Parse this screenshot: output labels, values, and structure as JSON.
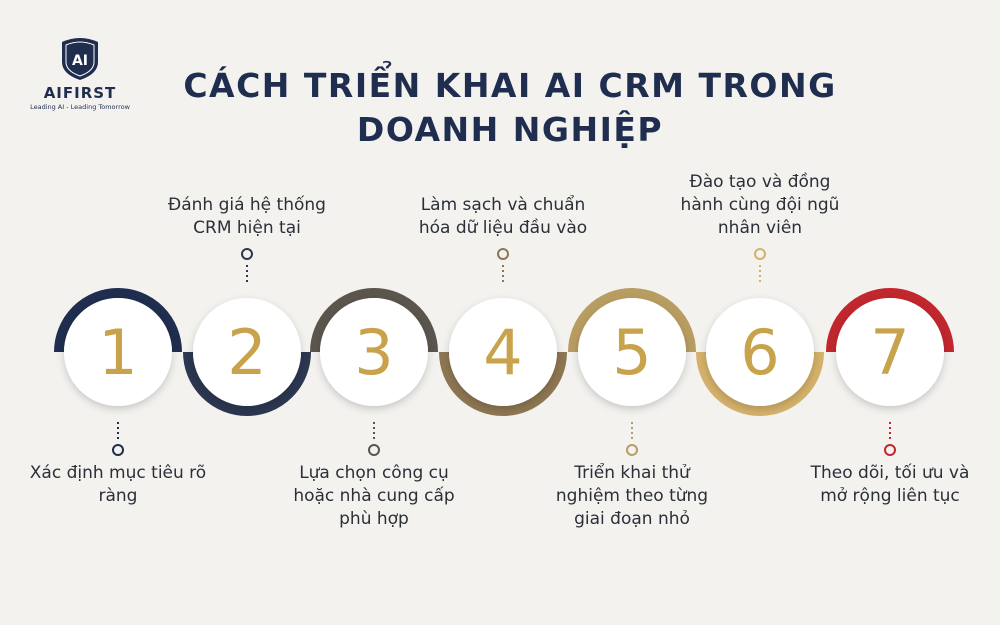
{
  "brand": {
    "name": "AIFIRST",
    "tagline": "Leading AI - Leading Tomorrow",
    "emblem_text": "AI",
    "color": "#1f2d4f"
  },
  "title_lines": [
    "CÁCH TRIỂN KHAI AI CRM TRONG",
    "DOANH NGHIỆP"
  ],
  "steps": [
    {
      "number": "1",
      "text": "Xác định mục tiêu rõ ràng",
      "color": "#1f2d4f",
      "arc": "top",
      "label": "below"
    },
    {
      "number": "2",
      "text": "Đánh giá hệ thống CRM hiện tại",
      "color": "#2c3750",
      "arc": "bottom",
      "label": "above"
    },
    {
      "number": "3",
      "text": "Lựa chọn công cụ hoặc nhà cung cấp phù hợp",
      "color": "#5b564d",
      "arc": "top",
      "label": "below"
    },
    {
      "number": "4",
      "text": "Làm sạch và chuẩn hóa dữ liệu đầu vào",
      "color": "#8d7652",
      "arc": "bottom",
      "label": "above"
    },
    {
      "number": "5",
      "text": "Triển khai thử nghiệm theo từng giai đoạn nhỏ",
      "color": "#b89d62",
      "arc": "top",
      "label": "below"
    },
    {
      "number": "6",
      "text": "Đào tạo và đồng hành cùng đội ngũ nhân viên",
      "color": "#d4b16a",
      "arc": "bottom",
      "label": "above"
    },
    {
      "number": "7",
      "text": "Theo dõi, tối ưu và mở rộng liên tục",
      "color": "#c1272d",
      "arc": "top",
      "label": "below"
    }
  ],
  "number_color": "#c9a24c"
}
